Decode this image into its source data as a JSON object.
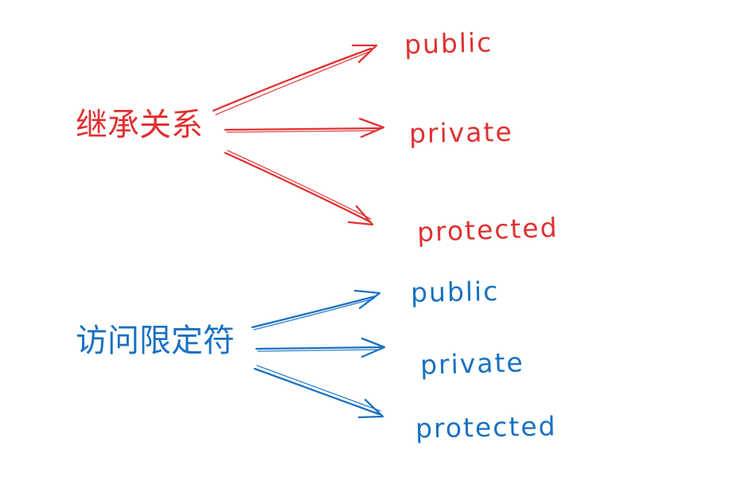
{
  "diagram": {
    "background": "#ffffff",
    "groups": [
      {
        "id": "inheritance",
        "label": "继承关系",
        "color": "#e03131",
        "targets": [
          "public",
          "private",
          "protected"
        ]
      },
      {
        "id": "access-specifier",
        "label": "访问限定符",
        "color": "#1971c2",
        "targets": [
          "public",
          "private",
          "protected"
        ]
      }
    ]
  }
}
